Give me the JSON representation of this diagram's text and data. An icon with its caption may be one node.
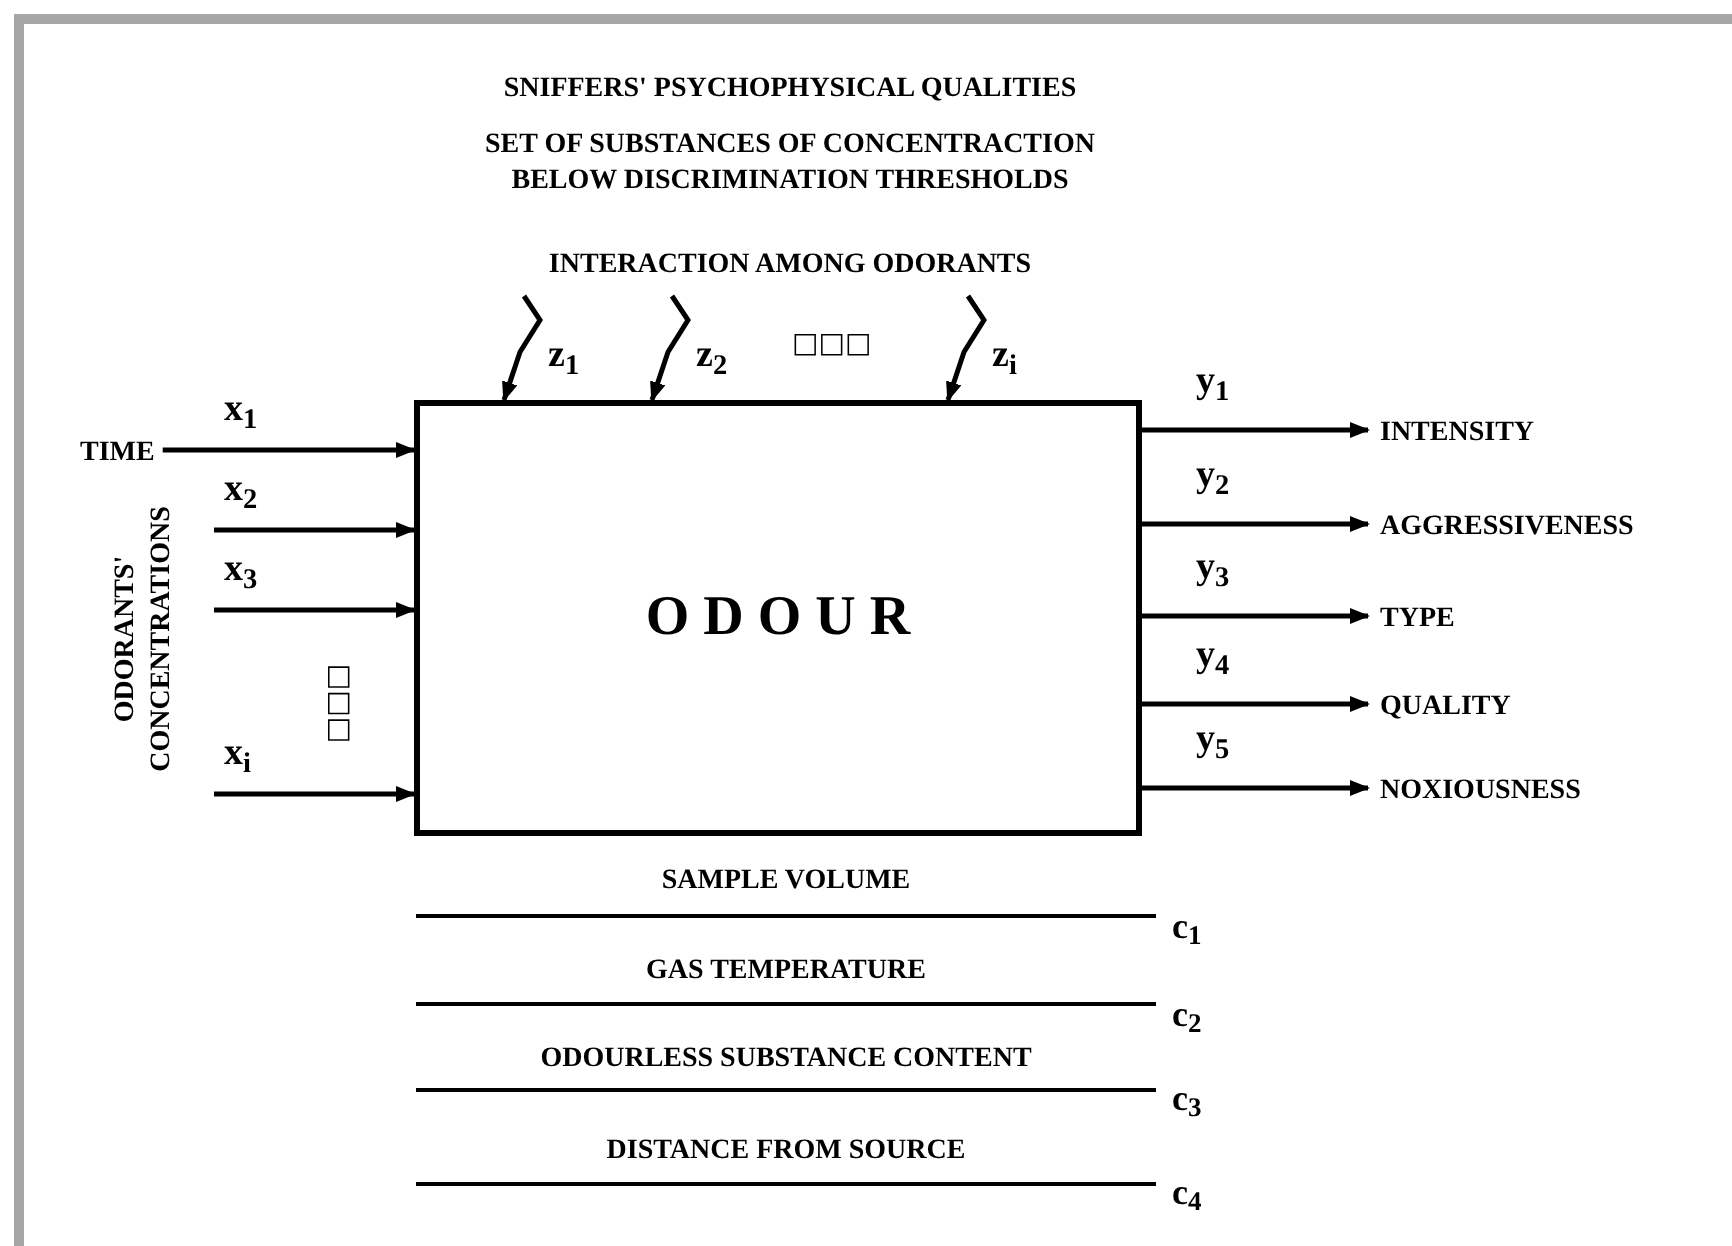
{
  "diagram": {
    "nodes": [
      {
        "text": [
          "O D O U R"
        ]
      },
      {
        "text": [
          "TIME"
        ]
      },
      {
        "text": [
          "INTENSITY"
        ]
      },
      {
        "text": [
          "AGGRESSIVENESS"
        ]
      },
      {
        "text": [
          "TYPE"
        ]
      },
      {
        "text": [
          "QUALITY"
        ]
      },
      {
        "text": [
          "NOXIOUSNESS"
        ]
      }
    ],
    "edges": [
      {
        "from": 1,
        "to": 0,
        "arrow": "to",
        "label": "x$_{1}$"
      },
      {
        "from": null,
        "to": 0,
        "arrow": "to",
        "label": "x$_{2}$"
      },
      {
        "from": null,
        "to": 0,
        "arrow": "to",
        "label": "x$_{3}$"
      },
      {
        "from": null,
        "to": 0,
        "arrow": "to",
        "label": "x$_{i}$"
      },
      {
        "from": null,
        "to": 0,
        "arrow": "to",
        "label": "z$_{1}$"
      },
      {
        "from": null,
        "to": 0,
        "arrow": "to",
        "label": "z$_{2}$"
      },
      {
        "from": null,
        "to": 0,
        "arrow": "to",
        "label": "z$_{i}$"
      },
      {
        "from": 0,
        "to": 2,
        "arrow": "to",
        "label": "y$_{1}$"
      },
      {
        "from": 0,
        "to": 3,
        "arrow": "to",
        "label": "y$_{2}$"
      },
      {
        "from": 0,
        "to": 4,
        "arrow": "to",
        "label": "y$_{3}$"
      },
      {
        "from": 0,
        "to": 5,
        "arrow": "to",
        "label": "y$_{4}$"
      },
      {
        "from": 0,
        "to": 6,
        "arrow": "to",
        "label": "y$_{5}$"
      }
    ],
    "labels": [
      "SNIFFERS' PSYCHOPHYSICAL QUALITIES",
      "SET OF SUBSTANCES OF CONCENTRACTION BELOW DISCRIMINATION THRESHOLDS",
      "INTERACTION AMONG ODORANTS",
      "□□□",
      "ODORANTS' CONCENTRATIONS",
      "□□□",
      "SAMPLE VOLUME",
      "c$_{1}$",
      "GAS TEMPERATURE",
      "c$_{2}$",
      "ODOURLESS SUBSTANCE CONTENT",
      "c$_{3}$",
      "DISTANCE FROM SOURCE",
      "c$_{4}$"
    ]
  }
}
